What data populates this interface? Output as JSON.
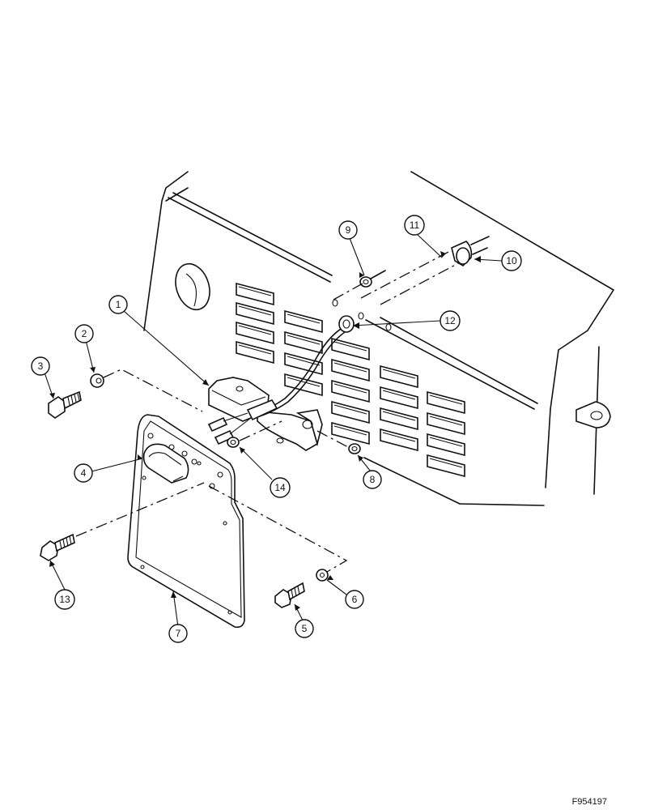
{
  "figure_code": "F954197",
  "callouts": [
    {
      "id": "1",
      "label": "1"
    },
    {
      "id": "2",
      "label": "2"
    },
    {
      "id": "3",
      "label": "3"
    },
    {
      "id": "4",
      "label": "4"
    },
    {
      "id": "5",
      "label": "5"
    },
    {
      "id": "6",
      "label": "6"
    },
    {
      "id": "7",
      "label": "7"
    },
    {
      "id": "8",
      "label": "8"
    },
    {
      "id": "9",
      "label": "9"
    },
    {
      "id": "10",
      "label": "10"
    },
    {
      "id": "11",
      "label": "11"
    },
    {
      "id": "12",
      "label": "12"
    },
    {
      "id": "13",
      "label": "13"
    },
    {
      "id": "14",
      "label": "14"
    }
  ]
}
